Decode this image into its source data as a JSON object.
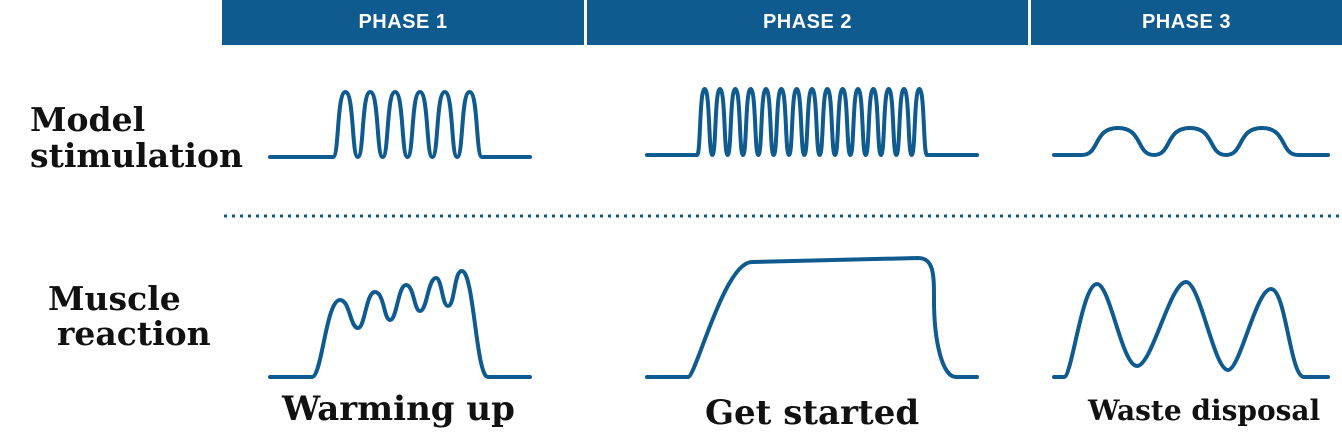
{
  "phases": [
    "PHASE 1",
    "PHASE 2",
    "PHASE 3"
  ],
  "rows": {
    "stimulation": [
      "Model",
      "stimulation"
    ],
    "reaction": [
      "Muscle",
      "reaction"
    ]
  },
  "captions": [
    "Warming up",
    "Get started",
    "Waste disposal"
  ],
  "colors": {
    "header_bg": "#0f5a8e",
    "wave": "#0f5a8e",
    "divider": "#0f5a8e"
  },
  "icons": {
    "stimulation_waves": "sine-burst-waveform",
    "reaction_waves": "muscle-response-curve",
    "divider": "dotted-line"
  }
}
